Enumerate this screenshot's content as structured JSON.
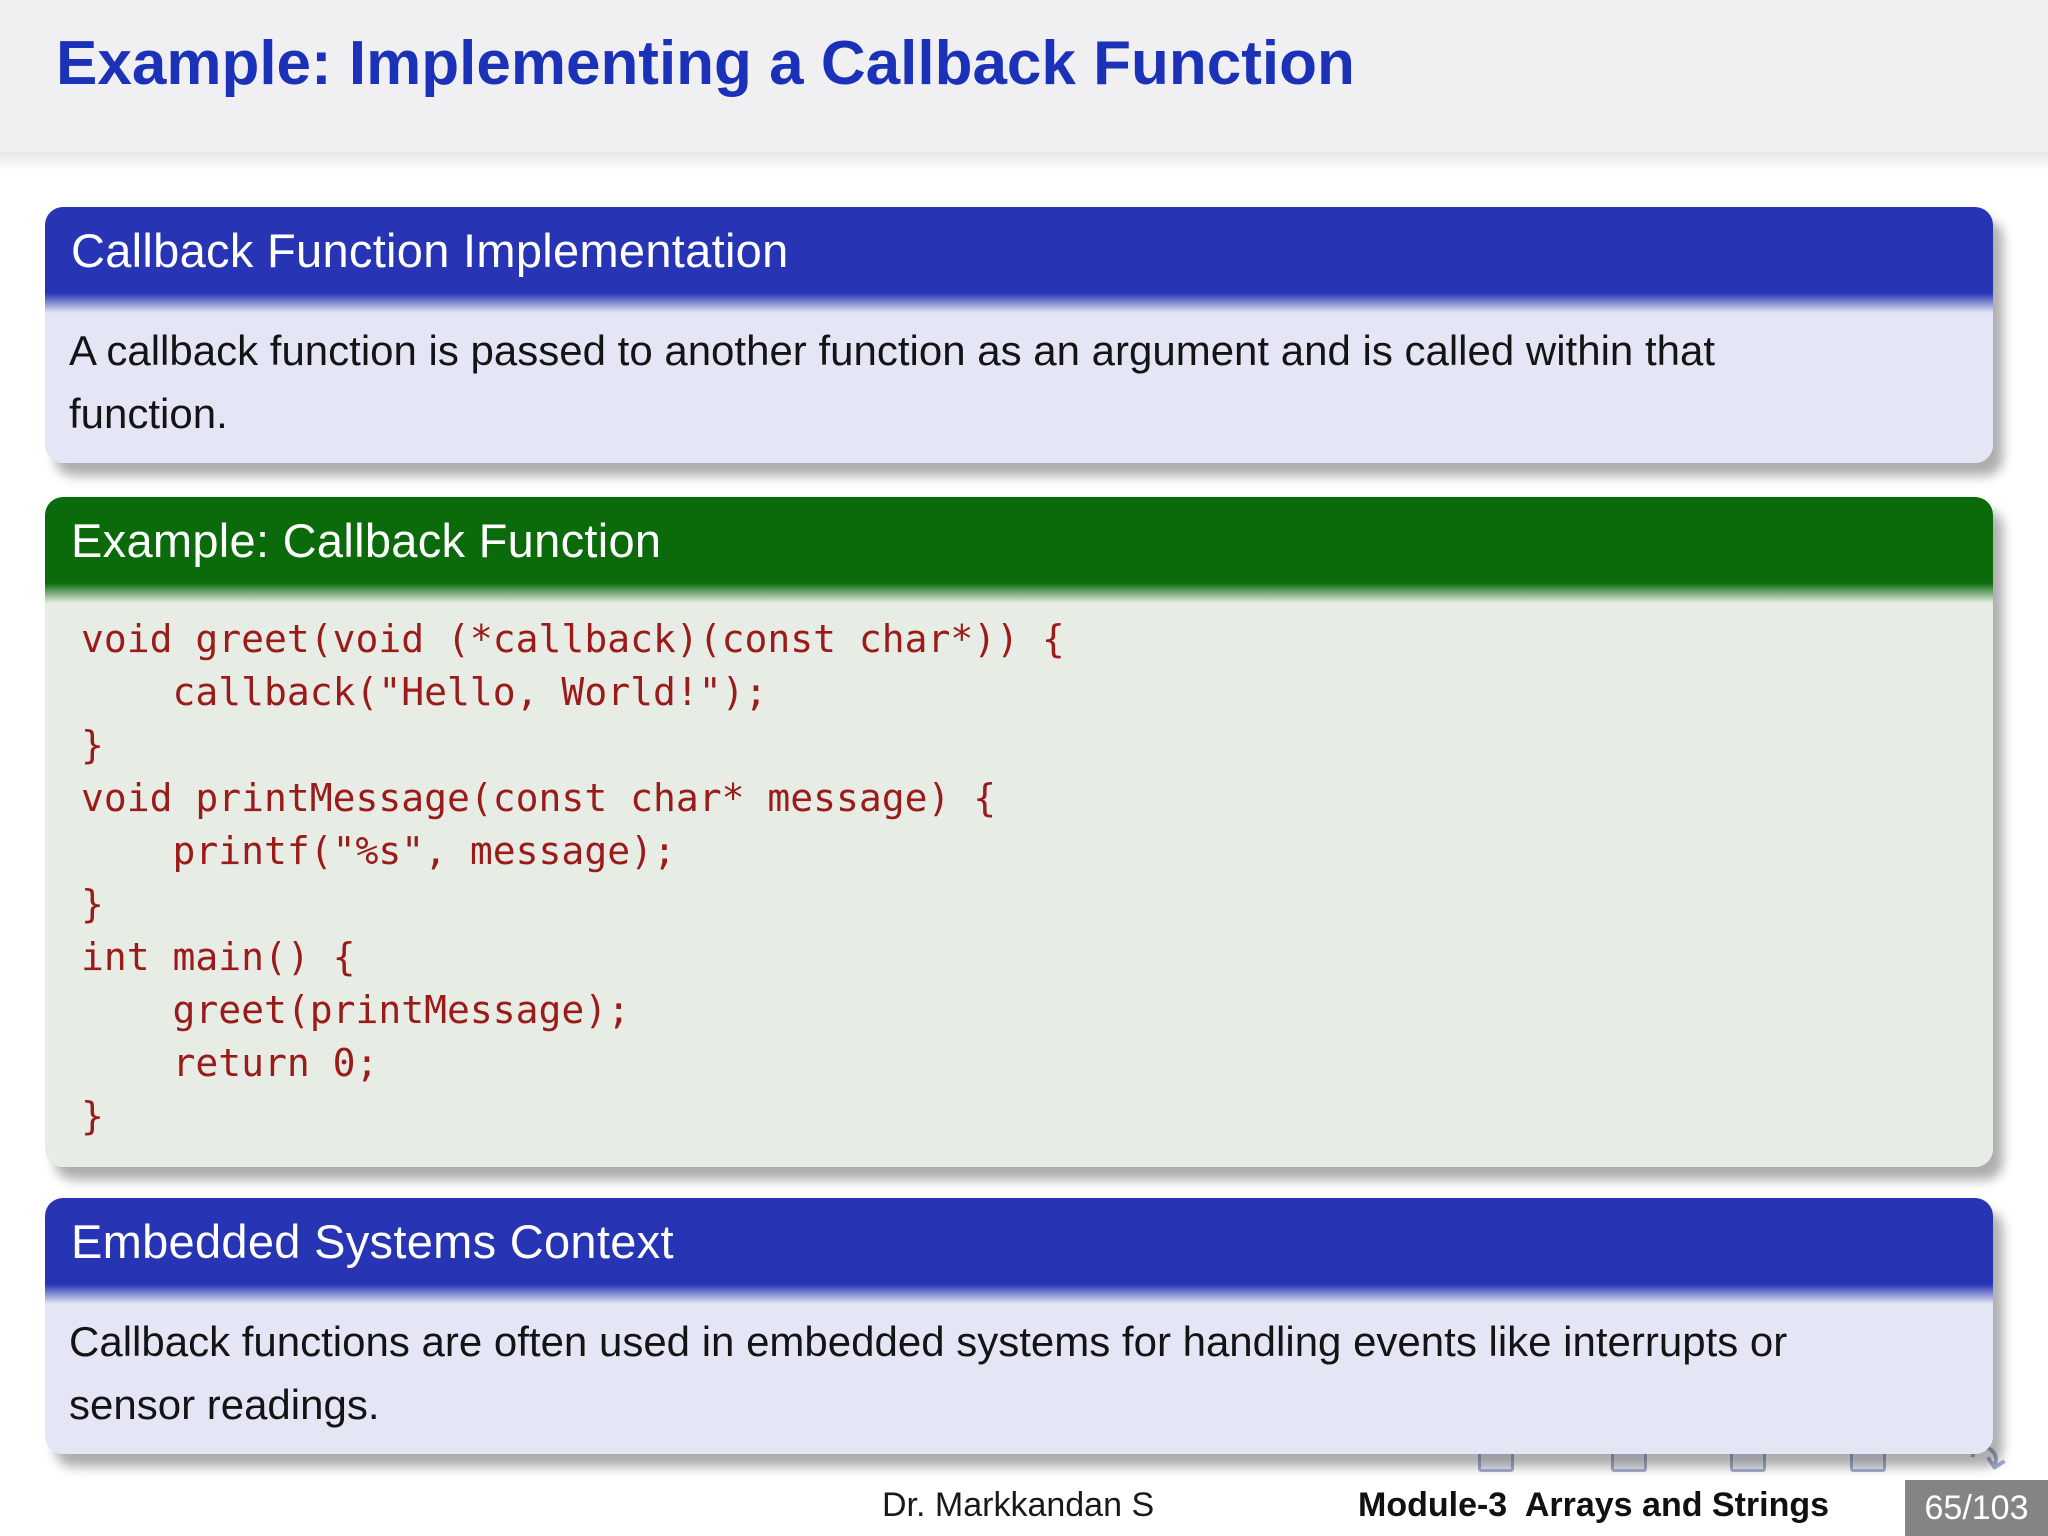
{
  "slide": {
    "title": "Example: Implementing a Callback Function",
    "blocks": [
      {
        "type": "block",
        "title": "Callback Function Implementation",
        "body": "A callback function is passed to another function as an argument and is called within that function."
      },
      {
        "type": "example-block",
        "title": "Example: Callback Function",
        "code": [
          "void greet(void (*callback)(const char*)) {",
          "    callback(\"Hello, World!\");",
          "}",
          "void printMessage(const char* message) {",
          "    printf(\"%s\", message);",
          "}",
          "int main() {",
          "    greet(printMessage);",
          "    return 0;",
          "}"
        ]
      },
      {
        "type": "block",
        "title": "Embedded Systems Context",
        "body": "Callback functions are often used in embedded systems for handling events like interrupts or sensor readings."
      }
    ],
    "footer": {
      "author": "Dr. Markkandan S",
      "course": "Module-3  Arrays and Strings",
      "page": "65/103"
    },
    "navigation_icons": [
      "slide-nav-icon",
      "frame-nav-icon",
      "section-nav-icon",
      "subsection-nav-icon",
      "appendix-return-icon"
    ],
    "colors": {
      "title_blue": "#1B32B8",
      "block_header_blue": "#2734B4",
      "block_body_blue": "#E4E6F6",
      "example_header_green": "#0B6B0B",
      "example_body_green": "#E7EDE5",
      "code_red": "#9B1B1B",
      "frametitle_band_gray": "#F0F0F2",
      "page_box_gray": "#848484"
    }
  }
}
